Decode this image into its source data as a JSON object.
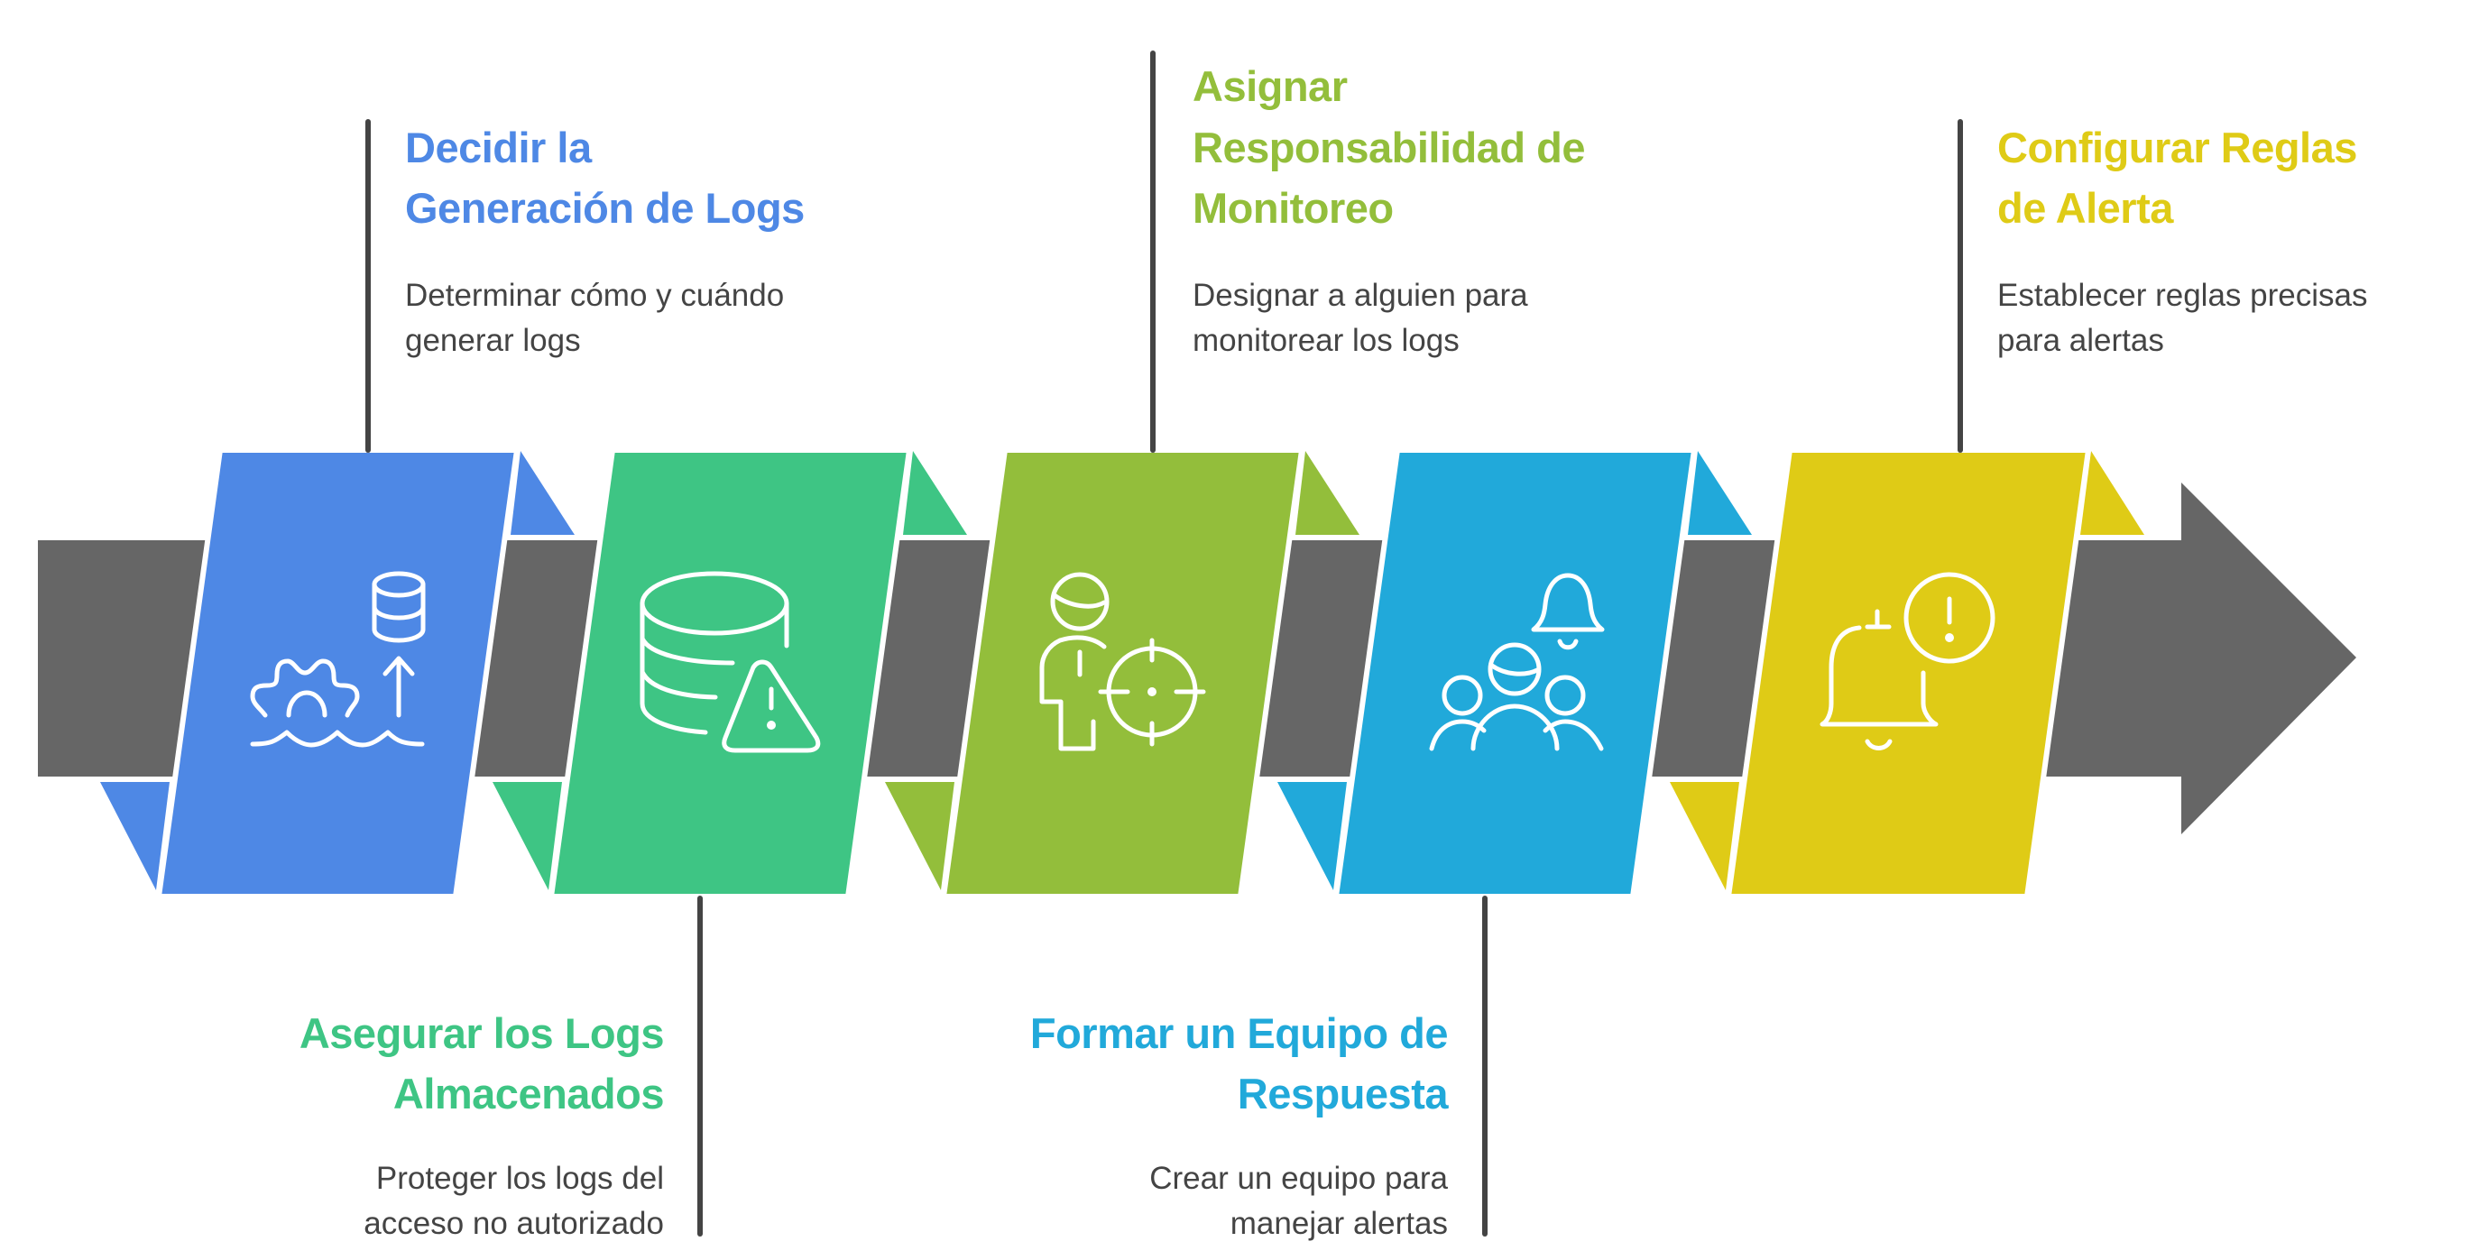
{
  "diagram": {
    "type": "process-arrow",
    "arrow_color": "#666666",
    "connector_color": "#444444",
    "steps": [
      {
        "id": 1,
        "position": "top",
        "color": "#4E88E5",
        "title_lines": [
          "Decidir la",
          "Generación de Logs"
        ],
        "description_lines": [
          "Determinar cómo y cuándo",
          "generar logs"
        ],
        "icon": "gear-database-upload-icon"
      },
      {
        "id": 2,
        "position": "bottom",
        "color": "#3EC584",
        "title_lines": [
          "Asegurar los Logs",
          "Almacenados"
        ],
        "description_lines": [
          "Proteger los logs del",
          "acceso no autorizado"
        ],
        "icon": "database-warning-icon"
      },
      {
        "id": 3,
        "position": "top",
        "color": "#93BE3B",
        "title_lines": [
          "Asignar",
          "Responsabilidad de",
          "Monitoreo"
        ],
        "description_lines": [
          "Designar a alguien para",
          "monitorear los logs"
        ],
        "icon": "person-target-icon"
      },
      {
        "id": 4,
        "position": "bottom",
        "color": "#21A9DA",
        "title_lines": [
          "Formar un Equipo de",
          "Respuesta"
        ],
        "description_lines": [
          "Crear un equipo para",
          "manejar alertas"
        ],
        "icon": "team-bell-icon"
      },
      {
        "id": 5,
        "position": "top",
        "color": "#DFCB16",
        "title_lines": [
          "Configurar Reglas",
          "de Alerta"
        ],
        "description_lines": [
          "Establecer reglas precisas",
          "para alertas"
        ],
        "icon": "bell-alert-icon"
      }
    ]
  }
}
